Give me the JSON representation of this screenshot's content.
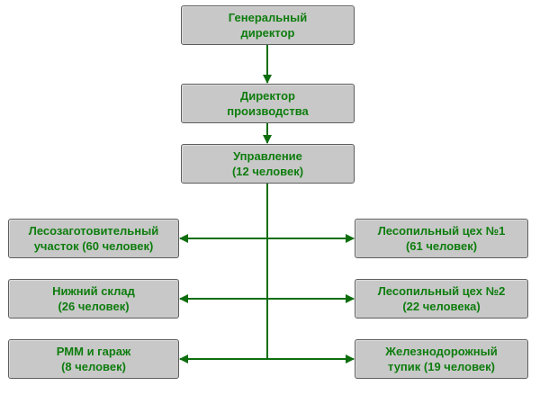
{
  "diagram": {
    "colors": {
      "box_fill": "#c8c8c8",
      "box_border": "#5e5e5e",
      "text": "#0e7d0e",
      "connector": "#0e6e0e"
    },
    "nodes": {
      "ceo": {
        "line1": "Генеральный",
        "line2": "директор"
      },
      "prod": {
        "line1": "Директор",
        "line2": "производства"
      },
      "mgmt": {
        "line1": "Управление",
        "line2": "(12 человек)"
      },
      "logging": {
        "line1": "Лесозаготовительный",
        "line2": "участок (60 человек)"
      },
      "yard": {
        "line1": "Нижний склад",
        "line2": "(26 человек)"
      },
      "rmm": {
        "line1": "РММ и гараж",
        "line2": "(8 человек)"
      },
      "saw1": {
        "line1": "Лесопильный цех №1",
        "line2": "(61 человек)"
      },
      "saw2": {
        "line1": "Лесопильный цех №2",
        "line2": "(22 человека)"
      },
      "rail": {
        "line1": "Железнодорожный",
        "line2": "тупик  (19 человек)"
      }
    },
    "edges": [
      {
        "from": "ceo",
        "to": "prod"
      },
      {
        "from": "prod",
        "to": "mgmt"
      },
      {
        "from": "mgmt",
        "to": "logging"
      },
      {
        "from": "mgmt",
        "to": "yard"
      },
      {
        "from": "mgmt",
        "to": "rmm"
      },
      {
        "from": "mgmt",
        "to": "saw1"
      },
      {
        "from": "mgmt",
        "to": "saw2"
      },
      {
        "from": "mgmt",
        "to": "rail"
      }
    ]
  }
}
